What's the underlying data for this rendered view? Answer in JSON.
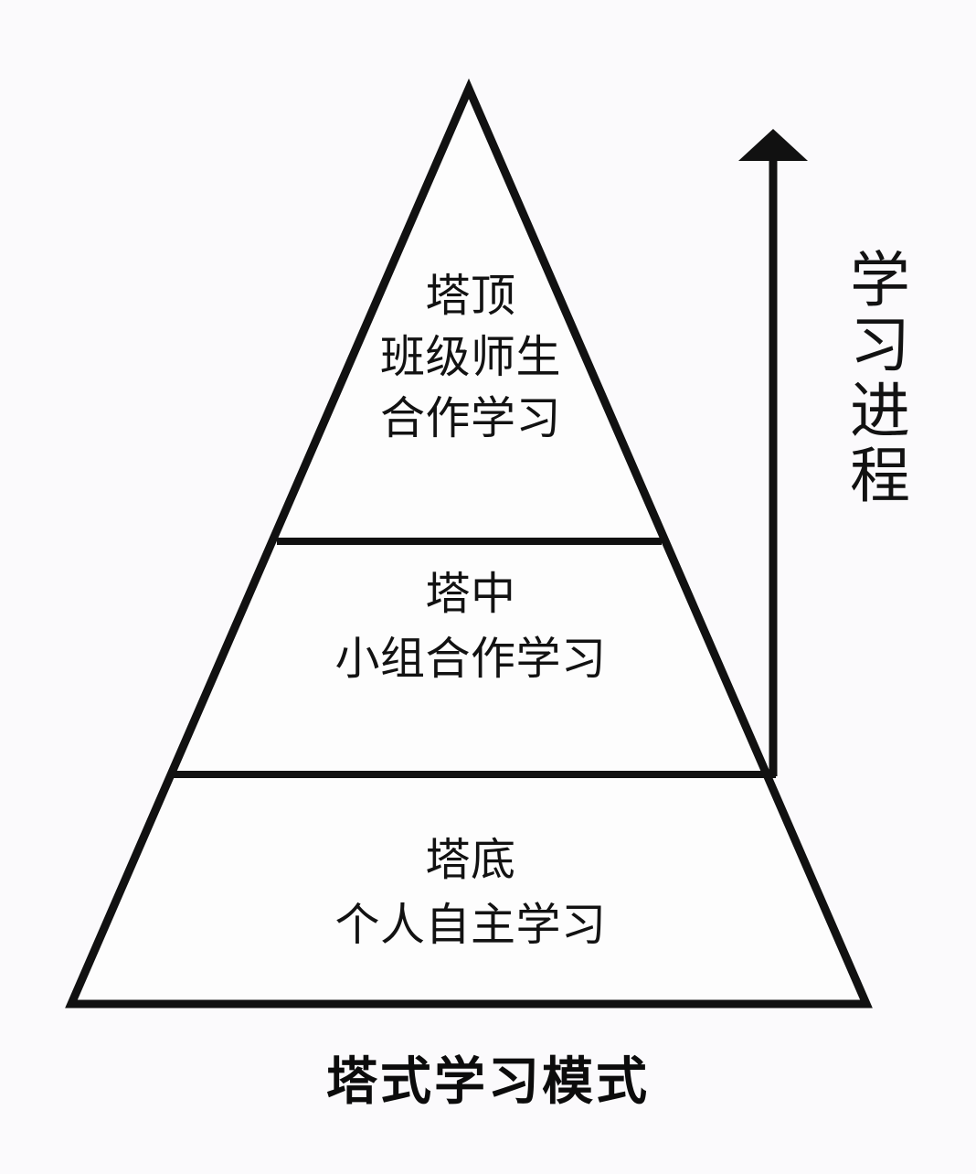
{
  "diagram": {
    "title": "塔式学习模式",
    "orientation": "pyramid-ascending",
    "background_color": "#fbfafc",
    "stroke_color": "#111111",
    "tiers": [
      {
        "id": "top",
        "name": "塔顶",
        "lines": [
          "塔顶",
          "班级师生",
          "合作学习"
        ],
        "line1": "塔顶",
        "line2": "班级师生",
        "line3": "合作学习"
      },
      {
        "id": "middle",
        "name": "塔中",
        "lines": [
          "塔中",
          "小组合作学习"
        ],
        "line1": "塔中",
        "line2": "小组合作学习"
      },
      {
        "id": "bottom",
        "name": "塔底",
        "lines": [
          "塔底",
          "个人自主学习"
        ],
        "line1": "塔底",
        "line2": "个人自主学习"
      }
    ],
    "axis": {
      "label": "学习进程",
      "characters": [
        "学",
        "习",
        "进",
        "程"
      ],
      "direction": "upward",
      "arrow_icon": "up-arrow-icon"
    }
  },
  "chart_data": {
    "type": "pyramid",
    "title": "塔式学习模式",
    "categories": [
      "塔底",
      "塔中",
      "塔顶"
    ],
    "labels": [
      "个人自主学习",
      "小组合作学习",
      "班级师生合作学习"
    ],
    "axis_label": "学习进程",
    "axis_direction": "upward",
    "levels": 3,
    "legend": ""
  }
}
